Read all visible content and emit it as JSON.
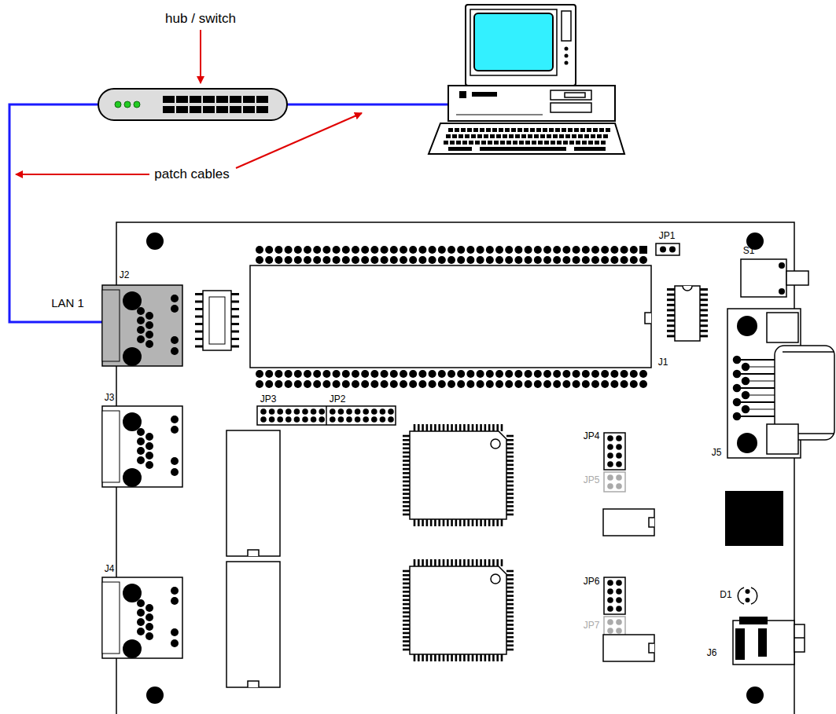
{
  "diagram": {
    "labels": [
      "hub / switch",
      "patch cables",
      "JP1",
      "S1",
      "J2",
      "LAN 1",
      "J1",
      "JP3",
      "JP2",
      "J3",
      "JP4",
      "JP5",
      "J5",
      "J4",
      "JP6",
      "D1",
      "JP7",
      "J6"
    ]
  }
}
